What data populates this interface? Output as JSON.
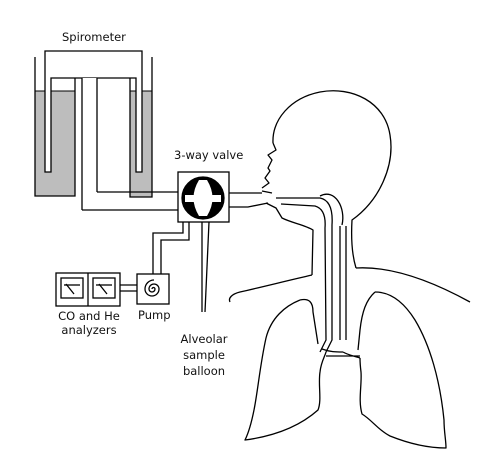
{
  "diagram": {
    "labels": {
      "spirometer": "Spirometer",
      "valve": "3-way valve",
      "analyzers_line1": "CO and He",
      "analyzers_line2": "analyzers",
      "pump": "Pump",
      "balloon_line1": "Alveolar",
      "balloon_line2": "sample",
      "balloon_line3": "balloon"
    },
    "colors": {
      "stroke": "#000000",
      "water": "#bdbdbd",
      "background": "#ffffff"
    },
    "icons": {
      "analyzer": "gauge-icon",
      "pump": "spiral-icon"
    }
  }
}
